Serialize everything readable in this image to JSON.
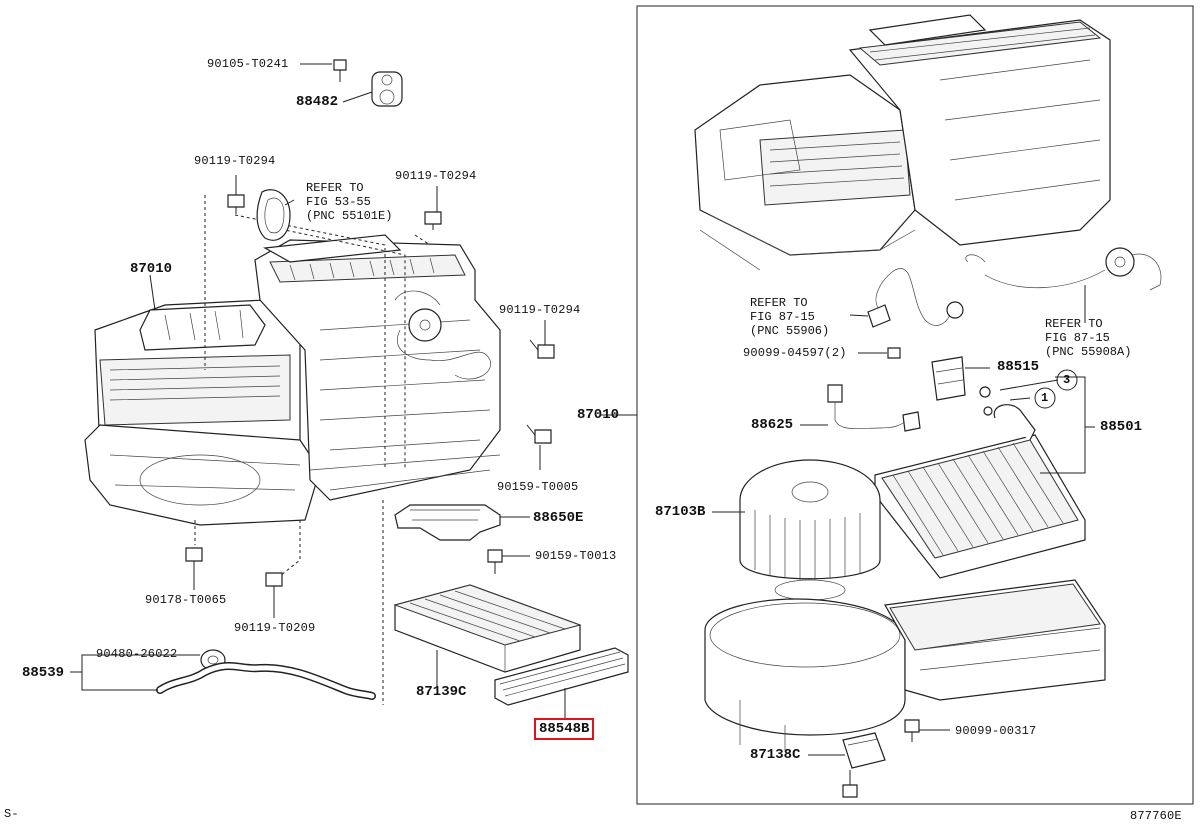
{
  "diagram": {
    "footer_left": "S-",
    "footer_right": "877760E",
    "parts": {
      "p90105_t0241": "90105-T0241",
      "p88482": "88482",
      "p90119_t0294_a": "90119-T0294",
      "p90119_t0294_b": "90119-T0294",
      "p90119_t0294_c": "90119-T0294",
      "p87010_left": "87010",
      "p87010_right": "87010",
      "p90159_t0005": "90159-T0005",
      "p88650e": "88650E",
      "p90159_t0013": "90159-T0013",
      "p90178_t0065": "90178-T0065",
      "p90119_t0209": "90119-T0209",
      "p90480_26022": "90480-26022",
      "p88539": "88539",
      "p87139c": "87139C",
      "p88548b": "88548B",
      "p88515": "88515",
      "p90099_04597": "90099-04597(2)",
      "p88625": "88625",
      "p88501": "88501",
      "p87103b": "87103B",
      "p90099_00317": "90099-00317",
      "p87138c": "87138C"
    },
    "refs": {
      "ref_53_55": "REFER TO\nFIG 53-55\n(PNC 55101E)",
      "ref_87_15_a": "REFER TO\nFIG 87-15\n(PNC 55906)",
      "ref_87_15_b": "REFER TO\nFIG 87-15\n(PNC 55908A)"
    },
    "callouts": {
      "c1": "1",
      "c3": "3"
    },
    "highlight_color": "#e0131a"
  }
}
